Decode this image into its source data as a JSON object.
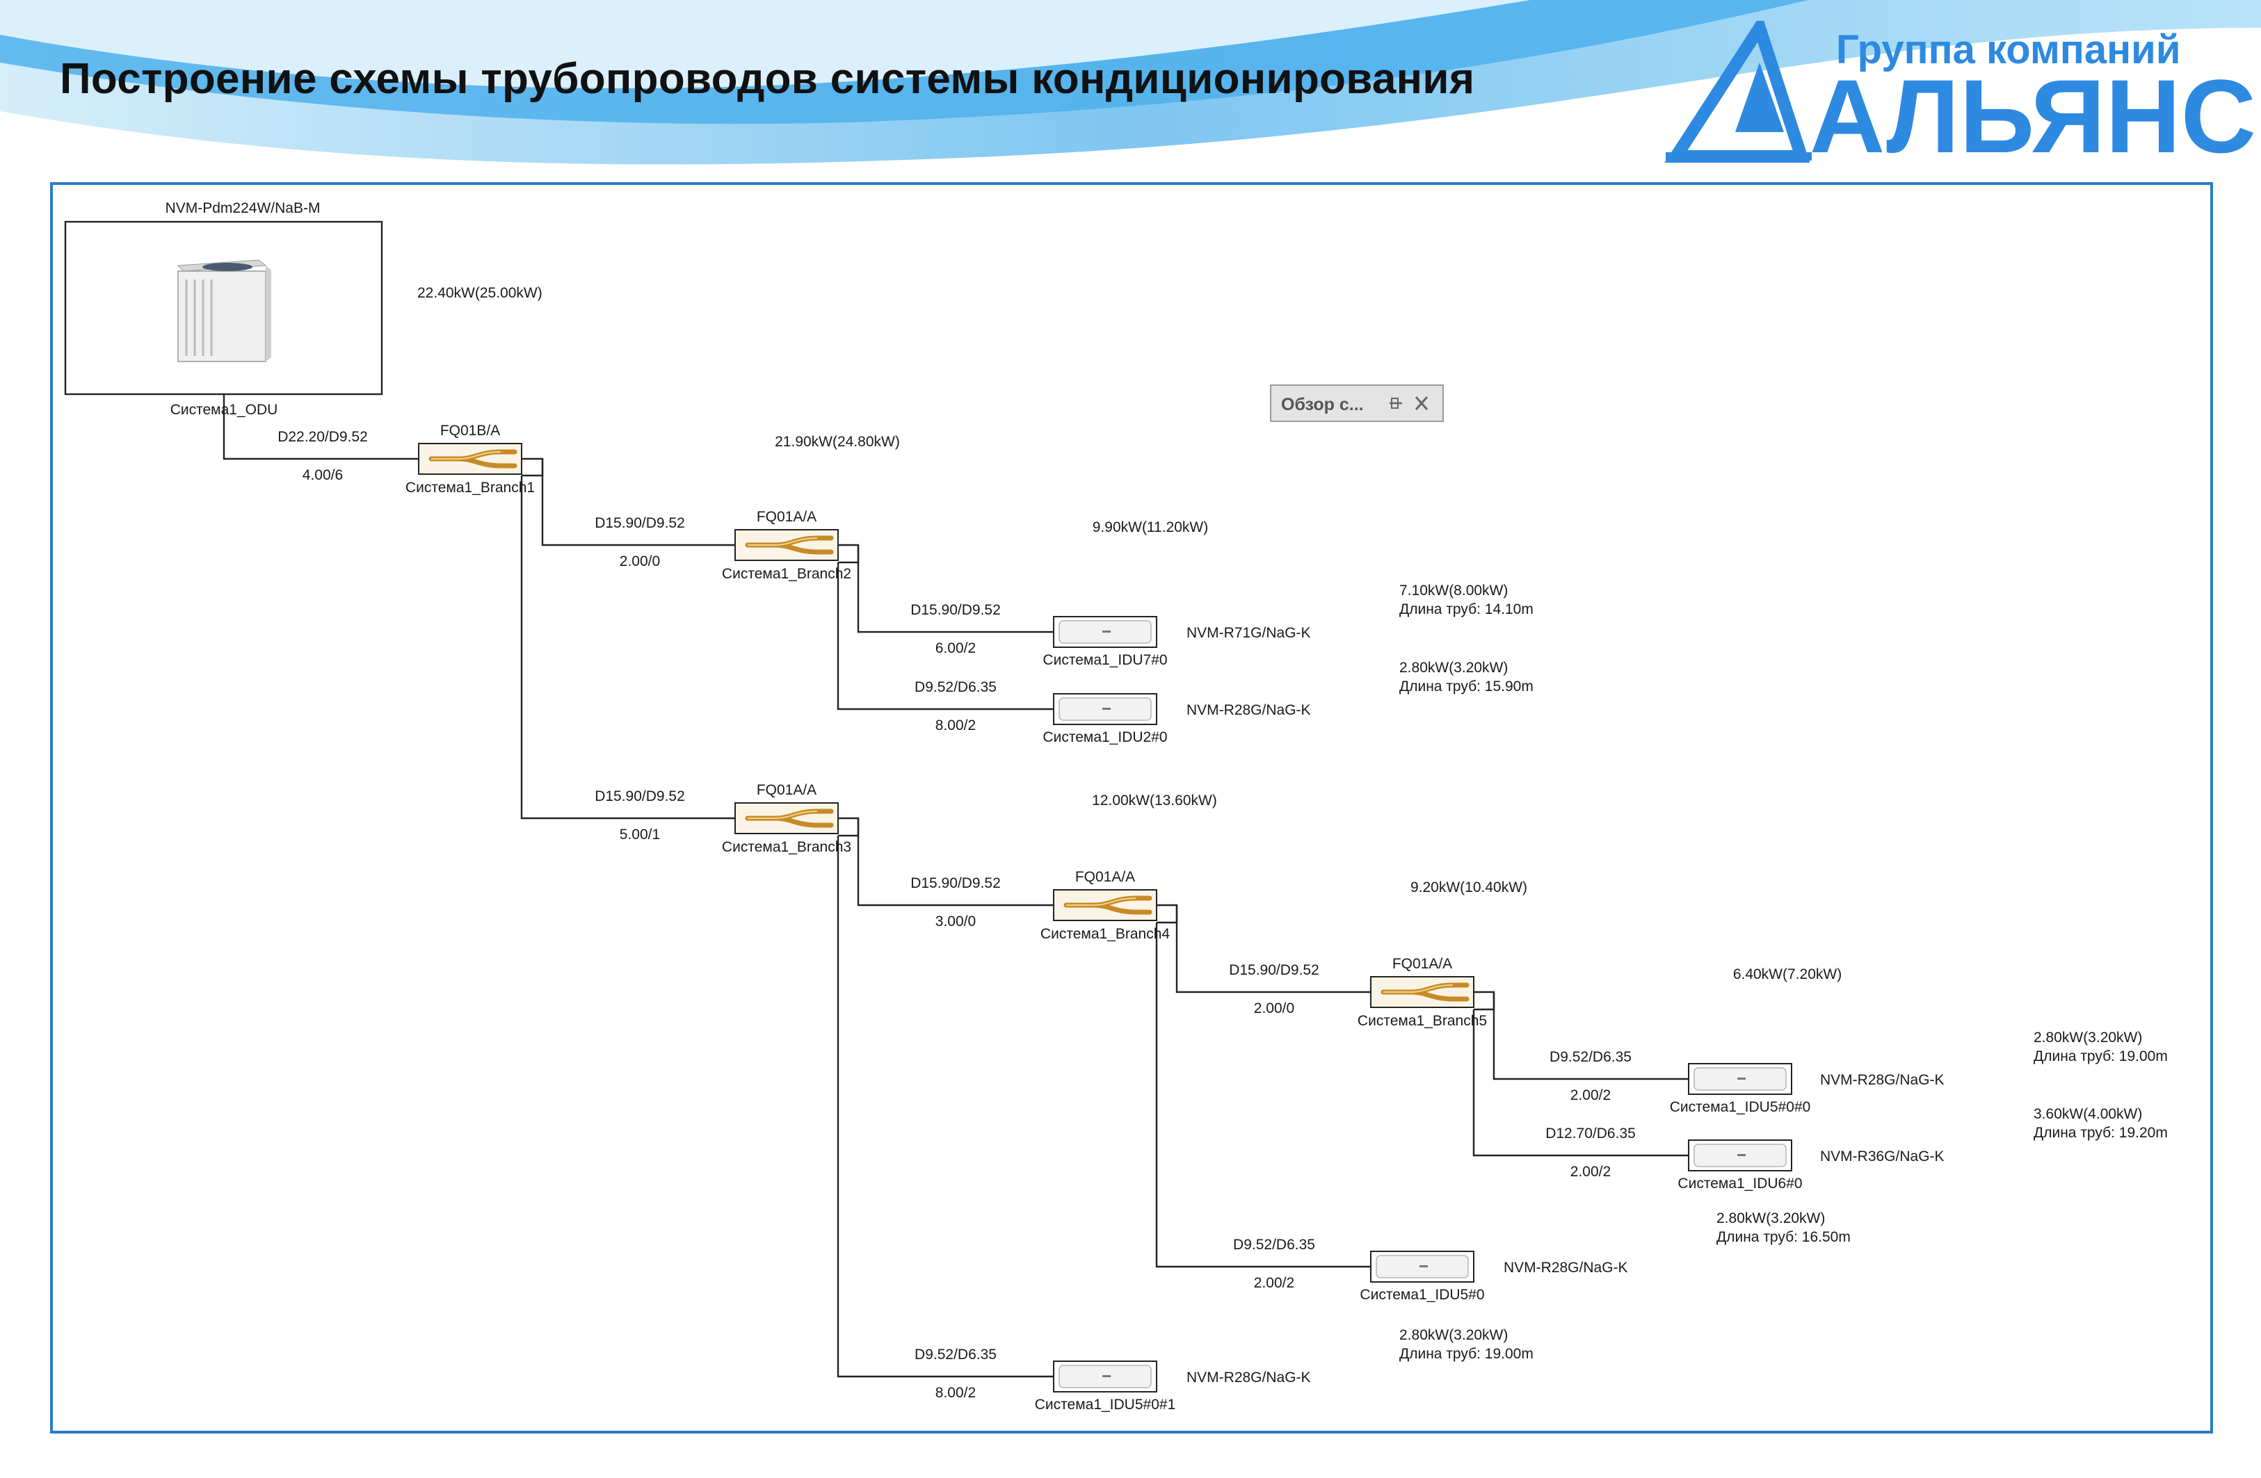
{
  "header": {
    "title": "Построение схемы трубопроводов системы кондиционирования",
    "logo_caption": "Группа компаний",
    "logo_word": "АЛЬЯНС"
  },
  "colors": {
    "accent_blue": "#2a7bc9",
    "logo_blue": "#2d8ae0",
    "wave_light": "#bfe2f6",
    "wave_mid": "#5fb8ef"
  },
  "overview_panel": {
    "label": "Обзор с...",
    "pin_icon": "pin-icon",
    "close_icon": "close-icon"
  },
  "diagram": {
    "odu": {
      "model": "NVM-Pdm224W/NaB-M",
      "name": "Система1_ODU",
      "capacity": "22.40kW(25.00kW)",
      "pipe": "D22.20/D9.52",
      "length": "4.00/6"
    },
    "branches": [
      {
        "id": "b1",
        "model": "FQ01B/A",
        "name": "Система1_Branch1",
        "capacity": "21.90kW(24.80kW)"
      },
      {
        "id": "b2",
        "model": "FQ01A/A",
        "name": "Система1_Branch2",
        "capacity": "9.90kW(11.20kW)",
        "pipe": "D15.90/D9.52",
        "length": "2.00/0"
      },
      {
        "id": "b3",
        "model": "FQ01A/A",
        "name": "Система1_Branch3",
        "capacity": "12.00kW(13.60kW)",
        "pipe": "D15.90/D9.52",
        "length": "5.00/1"
      },
      {
        "id": "b4",
        "model": "FQ01A/A",
        "name": "Система1_Branch4",
        "capacity": "9.20kW(10.40kW)",
        "pipe": "D15.90/D9.52",
        "length": "3.00/0"
      },
      {
        "id": "b5",
        "model": "FQ01A/A",
        "name": "Система1_Branch5",
        "capacity": "6.40kW(7.20kW)",
        "pipe": "D15.90/D9.52",
        "length": "2.00/0"
      }
    ],
    "idus": [
      {
        "id": "i7",
        "name": "Система1_IDU7#0",
        "model": "NVM-R71G/NaG-K",
        "pipe": "D15.90/D9.52",
        "length": "6.00/2",
        "capacity": "7.10kW(8.00kW)",
        "pipe_len": "Длина труб: 14.10m"
      },
      {
        "id": "i2",
        "name": "Система1_IDU2#0",
        "model": "NVM-R28G/NaG-K",
        "pipe": "D9.52/D6.35",
        "length": "8.00/2",
        "capacity": "2.80kW(3.20kW)",
        "pipe_len": "Длина труб: 15.90m"
      },
      {
        "id": "i500",
        "name": "Система1_IDU5#0#0",
        "model": "NVM-R28G/NaG-K",
        "pipe": "D9.52/D6.35",
        "length": "2.00/2",
        "capacity": "2.80kW(3.20kW)",
        "pipe_len": "Длина труб: 19.00m"
      },
      {
        "id": "i6",
        "name": "Система1_IDU6#0",
        "model": "NVM-R36G/NaG-K",
        "pipe": "D12.70/D6.35",
        "length": "2.00/2",
        "capacity": "3.60kW(4.00kW)",
        "pipe_len": "Длина труб: 19.20m"
      },
      {
        "id": "i5",
        "name": "Система1_IDU5#0",
        "model": "NVM-R28G/NaG-K",
        "pipe": "D9.52/D6.35",
        "length": "2.00/2",
        "capacity": "2.80kW(3.20kW)",
        "pipe_len": "Длина труб: 16.50m"
      },
      {
        "id": "i501",
        "name": "Система1_IDU5#0#1",
        "model": "NVM-R28G/NaG-K",
        "pipe": "D9.52/D6.35",
        "length": "8.00/2",
        "capacity": "2.80kW(3.20kW)",
        "pipe_len": "Длина труб: 19.00m"
      }
    ]
  }
}
